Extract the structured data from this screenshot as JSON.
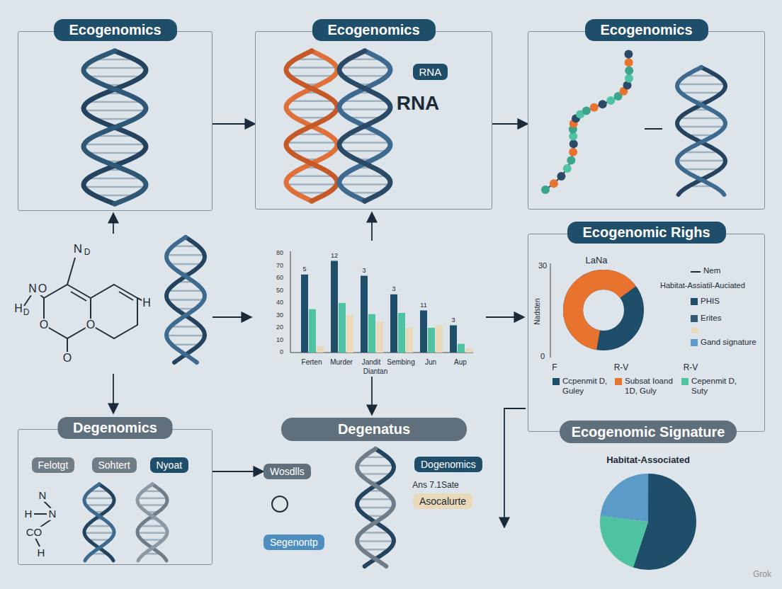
{
  "diagram": {
    "nodes": [
      {
        "text": [
          "Ecogenomics"
        ]
      },
      {
        "text": [
          "Ecogenomics"
        ]
      },
      {
        "text": [
          "RNA"
        ],
        "in": 1
      },
      {
        "text": [
          "Ecogenomics"
        ]
      },
      {
        "text": [
          "Ecogenomic Righs"
        ]
      },
      {
        "text": [
          "Degenomics"
        ]
      },
      {
        "text": [
          "Felotgt"
        ],
        "in": 5
      },
      {
        "text": [
          "Sohtert"
        ],
        "in": 5
      },
      {
        "text": [
          "Nyoat"
        ],
        "in": 5
      },
      {
        "text": [
          "Degenatus"
        ]
      },
      {
        "text": [
          "Wosdlls"
        ]
      },
      {
        "text": [
          "Segenontp"
        ]
      },
      {
        "text": [
          "Dogenomics"
        ]
      },
      {
        "text": [
          "Asocalurte"
        ]
      },
      {
        "text": [
          "Ecogenomic Signature"
        ]
      }
    ],
    "edges": [
      {
        "from": 0,
        "to": 1,
        "arrow": "to"
      },
      {
        "from": 1,
        "to": 3,
        "arrow": "to"
      },
      {
        "from": 5,
        "to": 10,
        "arrow": "to"
      }
    ],
    "labels": [
      "RNA",
      "N",
      "D",
      "N",
      "O",
      "H",
      "D",
      "O",
      "O",
      "H",
      "O",
      "80",
      "70",
      "60",
      "50",
      "40",
      "30",
      "20",
      "10",
      "0",
      "5",
      "12",
      "3",
      "3",
      "11",
      "3",
      "Ferten",
      "Murder",
      "Jandit",
      "Sembing",
      "Jun",
      "Aup",
      "Diantan",
      "30",
      "0",
      "Nadsten",
      "LaNa",
      "Habitat-Assiatil-Auciated",
      "F",
      "R-V",
      "R-V",
      "Habitat-Associated",
      "Ans 7.1Sate",
      "N",
      "H",
      "N",
      "CO",
      "H",
      "Grok"
    ],
    "legend": [
      {
        "text": "Nem"
      },
      {
        "text": "PHIS",
        "color": "#1f4e6b"
      },
      {
        "text": "Erites",
        "color": "#2e5a78"
      },
      {
        "text": "Gand signature",
        "color": "#5b9bc7"
      },
      {
        "text": "Ccpenmit D, Guley",
        "color": "#1f4e6b"
      },
      {
        "text": "Subsat Ioand 1D, Guly",
        "color": "#e8732e"
      },
      {
        "text": "Cepenmit D, Suty",
        "color": "#4fc3a1"
      }
    ]
  }
}
